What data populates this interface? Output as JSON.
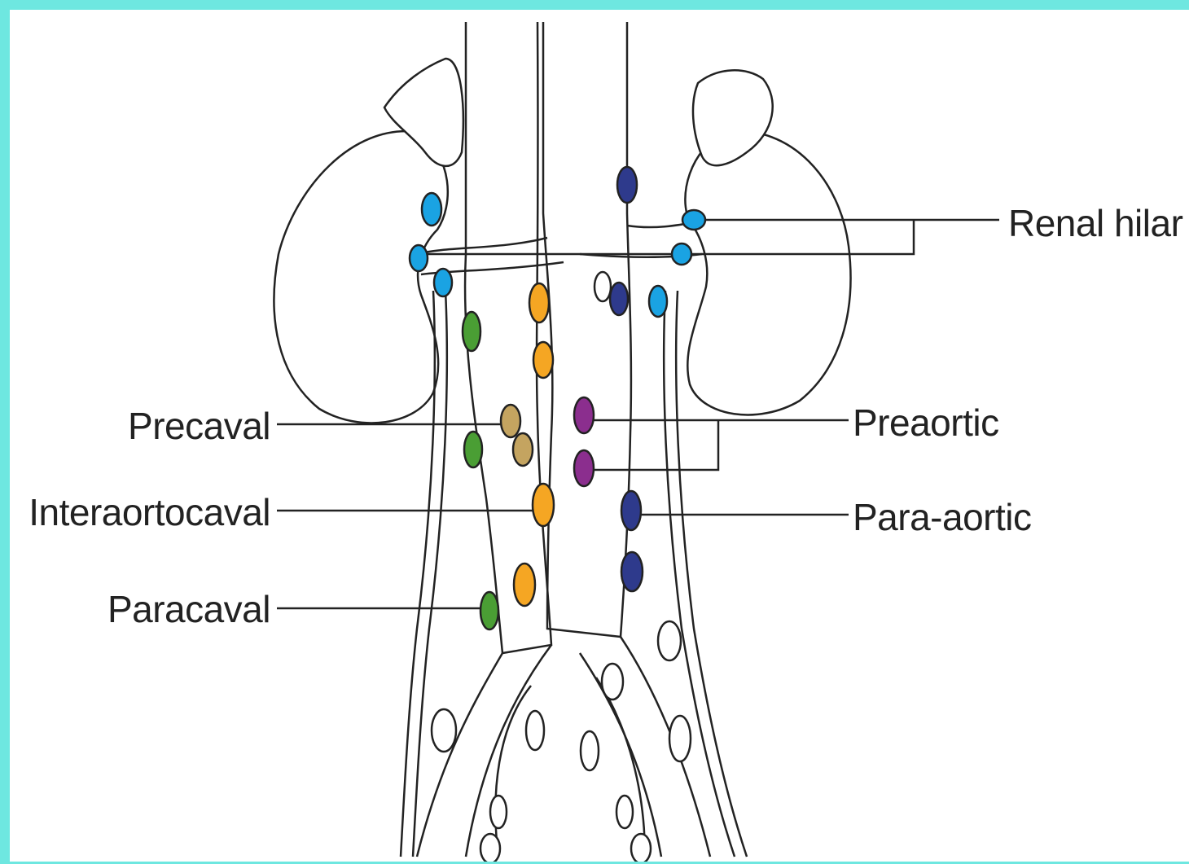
{
  "labels": {
    "renal_hilar": "Renal hilar",
    "precaval": "Precaval",
    "preaortic": "Preaortic",
    "interaortocaval": "Interaortocaval",
    "para_aortic": "Para-aortic",
    "paracaval": "Paracaval"
  },
  "colors": {
    "frame": "#6EE7E0",
    "renal_hilar_nodes": "#1AA3E3",
    "para_aortic_nodes": "#2E3A8C",
    "interaortocaval_nodes": "#F5A623",
    "paracaval_nodes": "#4A9E34",
    "precaval_nodes": "#C4A460",
    "preaortic_nodes": "#8B2E8E",
    "outline": "#222222"
  }
}
